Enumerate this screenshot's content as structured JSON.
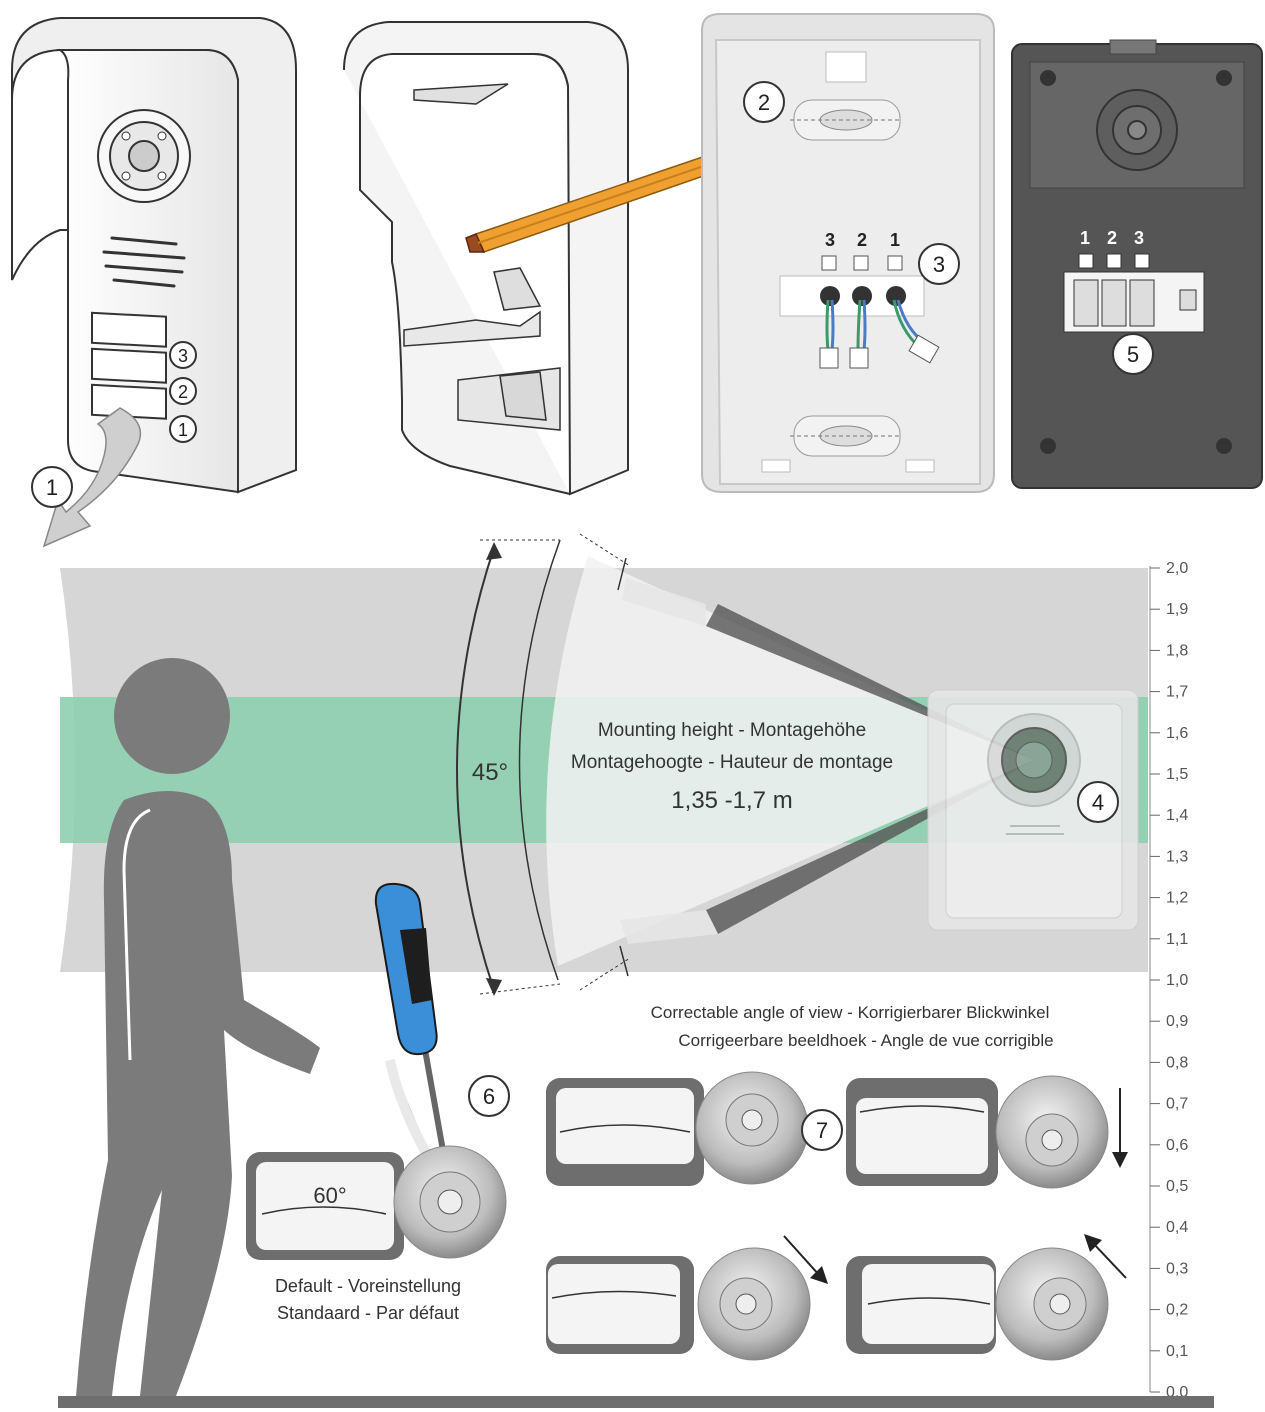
{
  "steps": {
    "s1": "1",
    "s2": "2",
    "s3": "3",
    "s4": "4",
    "s5": "5",
    "s6": "6",
    "s7": "7"
  },
  "buttons": [
    "3",
    "2",
    "1"
  ],
  "wires_bracket": [
    "3",
    "2",
    "1"
  ],
  "wires_board": [
    "1",
    "2",
    "3"
  ],
  "angles": {
    "vertical": "45°",
    "default": "60°"
  },
  "mounting": {
    "line1": "Mounting height - Montagehöhe",
    "line2": "Montagehoogte - Hauteur de montage",
    "range": "1,35 -1,7 m"
  },
  "correctable": {
    "line1": "Correctable angle of view - Korrigierbarer Blickwinkel",
    "line2": "Corrigeerbare beeldhoek - Angle de vue corrigible"
  },
  "default_label": {
    "line1": "Default - Voreinstellung",
    "line2": "Standaard - Par défaut"
  },
  "scale": [
    "2,0",
    "1,9",
    "1,8",
    "1,7",
    "1,6",
    "1,5",
    "1,4",
    "1,3",
    "1,2",
    "1,1",
    "1,0",
    "0,9",
    "0,8",
    "0,7",
    "0,6",
    "0,5",
    "0,4",
    "0,3",
    "0,2",
    "0,1",
    "0,0"
  ],
  "colors": {
    "band": "#d6d6d6",
    "green": "#8fcfb0",
    "person": "#7b7b7b",
    "pencil": "#f0a030",
    "screwdriver": "#3b8fd8"
  }
}
